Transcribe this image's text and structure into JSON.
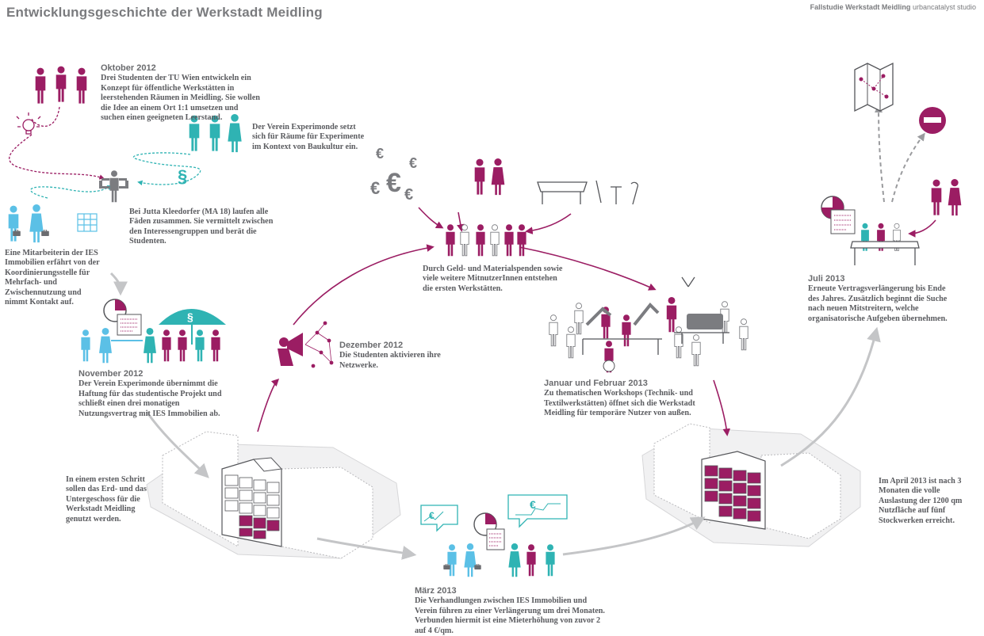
{
  "header": {
    "title": "Entwicklungsgeschichte der Werkstadt Meidling",
    "case_study": "Fallstudie Werkstadt Meidling",
    "studio": "urbancatalyst studio"
  },
  "events": {
    "oct2012": {
      "heading": "Oktober 2012",
      "text": "Drei Studenten der TU Wien entwickeln ein Konzept für öffentliche Werkstätten in leerstehenden Räumen in Meidling. Sie wollen die Idee an einem Ort 1:1 umsetzen und suchen einen geeigneten Leerstand."
    },
    "verein": {
      "text": "Der Verein Experimonde setzt sich für Räume für Experimente im Kontext von Baukultur ein."
    },
    "kleedorfer": {
      "text": "Bei Jutta Kleedorfer (MA 18) laufen alle Fäden zusammen. Sie vermittelt zwischen den Interessengruppen und berät die Studenten."
    },
    "ies": {
      "text": "Eine Mitarbeiterin der IES Immobilien erfährt von der Koordinierungsstelle für Mehrfach- und Zwischennutzung und nimmt Kontakt auf."
    },
    "nov2012": {
      "heading": "November 2012",
      "text": "Der Verein Experimonde übernimmt die Haftung für das studentische Projekt und schließt einen drei monatigen Nutzungsvertrag mit IES Immobilien ab."
    },
    "first_step": {
      "text": "In einem ersten Schritt sollen das Erd- und das Untergeschoss für die Werkstadt Meidling genutzt werden."
    },
    "dec2012": {
      "heading": "Dezember 2012",
      "text": "Die Studenten aktivieren ihre Netzwerke."
    },
    "donations": {
      "text": "Durch Geld- und Materialspenden sowie viele weitere MitnutzerInnen entstehen die ersten Werkstätten."
    },
    "janfeb2013": {
      "heading": "Januar und Februar 2013",
      "text": "Zu thematischen Workshops (Technik- und Textilwerkstätten) öffnet sich die Werkstadt Meidling für temporäre Nutzer von außen."
    },
    "mar2013": {
      "heading": "März 2013",
      "text": "Die Verhandlungen zwischen IES Immobilien und Verein führen zu einer Verlängerung um drei Monaten. Verbunden hiermit ist eine Mieterhöhung von zuvor 2 auf 4 €/qm."
    },
    "apr2013": {
      "text": "Im April 2013 ist nach 3 Monaten die volle Auslastung der 1200 qm Nutzfläche auf fünf Stockwerken erreicht."
    },
    "jul2013": {
      "heading": "Juli 2013",
      "text": "Erneute Vertragsverlängerung bis Ende des Jahres. Zusätzlich beginnt die Suche nach neuen Mitstreitern, welche organisatorische Aufgeben übernehmen."
    }
  },
  "symbols": {
    "euro": "€",
    "paragraph": "§"
  },
  "colors": {
    "magenta": "#9b1d63",
    "teal": "#2fb3b3",
    "lightblue": "#5bc0e6",
    "gray": "#7b7c80",
    "text": "#5a5b5f"
  }
}
